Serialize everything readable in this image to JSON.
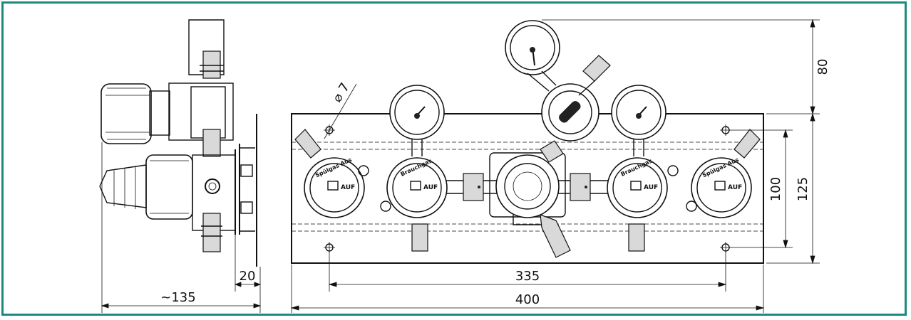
{
  "drawing": {
    "title": "",
    "accent_color": "#1a8a80",
    "dimensions": {
      "side_width": "~135",
      "side_depth": "20",
      "hole_dia": "7",
      "hole_dia_symbol": "⌀",
      "hole_spacing_h": "335",
      "plate_width": "400",
      "top_height": "80",
      "hole_spacing_v": "100",
      "plate_height": "125"
    },
    "labels": {
      "brand": "AUF",
      "gauge_left_a": "Spülgas Aus",
      "gauge_left_b": "Brauchgas",
      "gauge_right_a": "Brauchgas",
      "gauge_right_b": "Spülgas Aus"
    }
  }
}
